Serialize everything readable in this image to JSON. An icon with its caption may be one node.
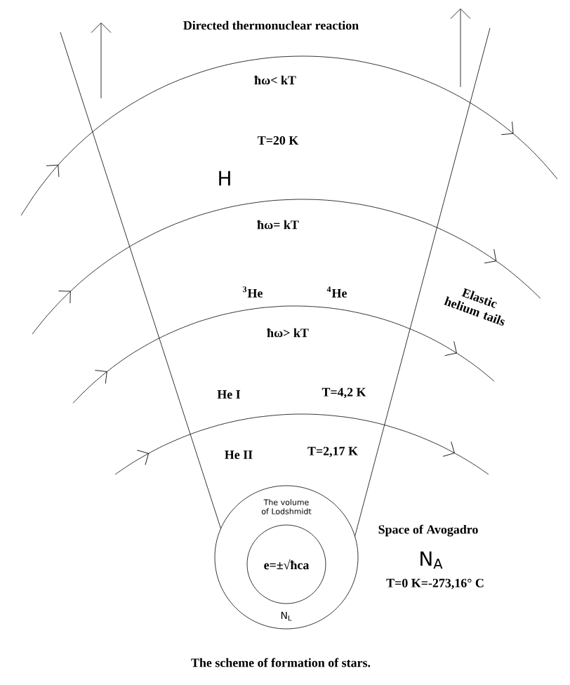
{
  "diagram": {
    "caption": "The scheme of formation of stars.",
    "nodes": [
      {
        "text": [
          "The volume of Lodshmidt",
          "N$_{L}$"
        ]
      },
      {
        "text": [
          "e=±√ħca"
        ],
        "in": 0
      }
    ],
    "labels": [
      "Directed thermonuclear reaction",
      "ħω< kT",
      "T=20 K",
      "H",
      "ħω= kT",
      "$^{3}$He",
      "$^{4}$He",
      "Elastic helium tails",
      "ħω> kT",
      "He I",
      "T=4,2 K",
      "He II",
      "T=2,17 K",
      "Space of Avogadro",
      "N$_{A}$",
      "T=0 K=-273,16° C"
    ]
  }
}
